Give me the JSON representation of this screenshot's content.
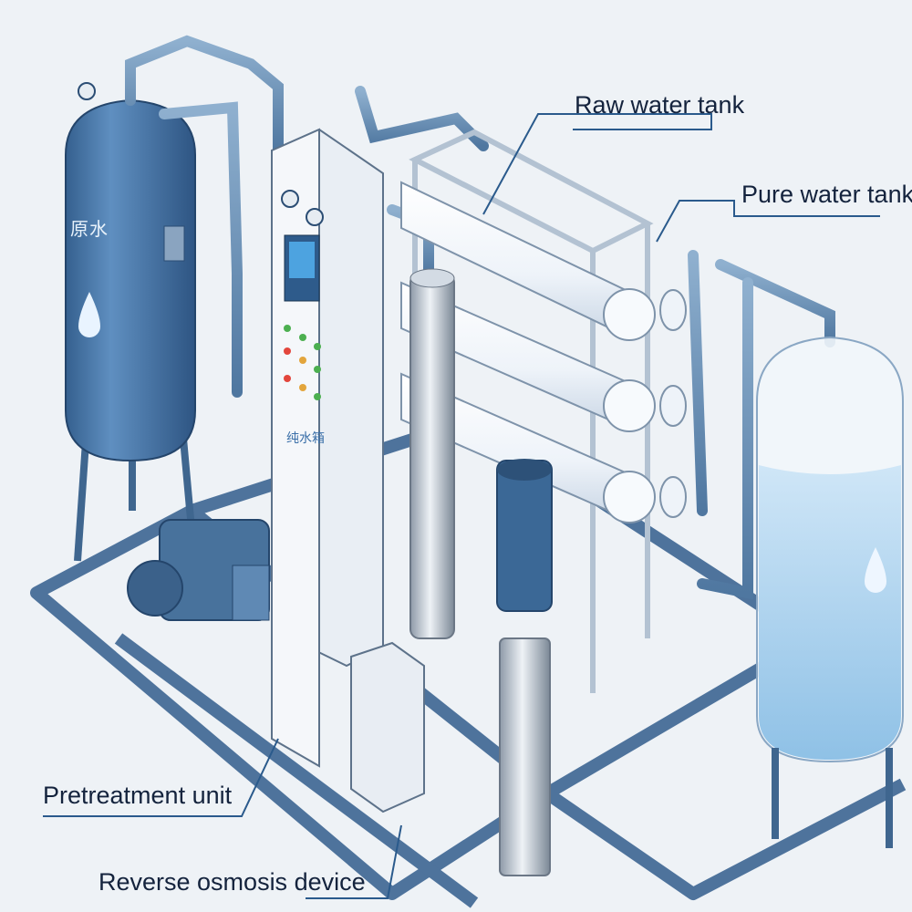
{
  "labels": {
    "raw_water_tank": "Raw water tank",
    "pure_water_tank": "Pure water tank",
    "pretreatment_unit": "Pretreatment unit",
    "reverse_osmosis_device": "Reverse osmosis device"
  },
  "tank_markings": {
    "raw_tank_text": "原水",
    "cabinet_text": "纯水箱"
  },
  "colors": {
    "background": "#eef2f6",
    "steel_blue": "#4a78a8",
    "pipe_blue": "#6c8fb3",
    "frame_blue": "#5a7ea6",
    "membrane_white": "#f4f7fb",
    "water_blue": "#a9d1ee",
    "callout_line": "#2a5a8c",
    "label_text": "#14233d"
  },
  "icons": {
    "raw_tank_symbol": "water-drop-icon",
    "pure_tank_symbol": "water-drop-icon",
    "gauges": "pressure-gauge-icon"
  }
}
